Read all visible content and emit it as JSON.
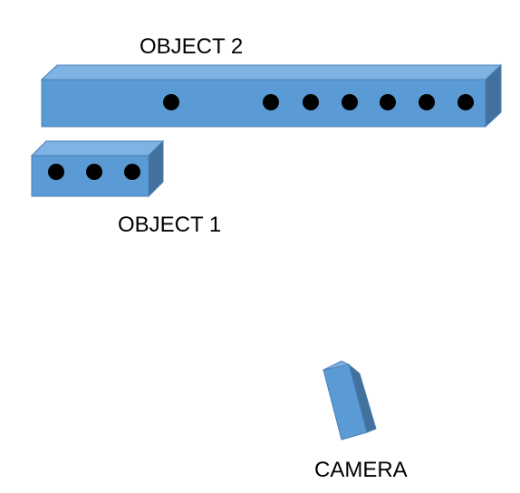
{
  "colors": {
    "front": "#5b9bd5",
    "top": "#7fb3e3",
    "side": "#41719c",
    "outline": "#4a7fb5",
    "dot": "#000000"
  },
  "objects": {
    "object2": {
      "label": "OBJECT 2",
      "dot_count": 7
    },
    "object1": {
      "label": "OBJECT 1",
      "dot_count": 3
    },
    "camera": {
      "label": "CAMERA"
    }
  }
}
